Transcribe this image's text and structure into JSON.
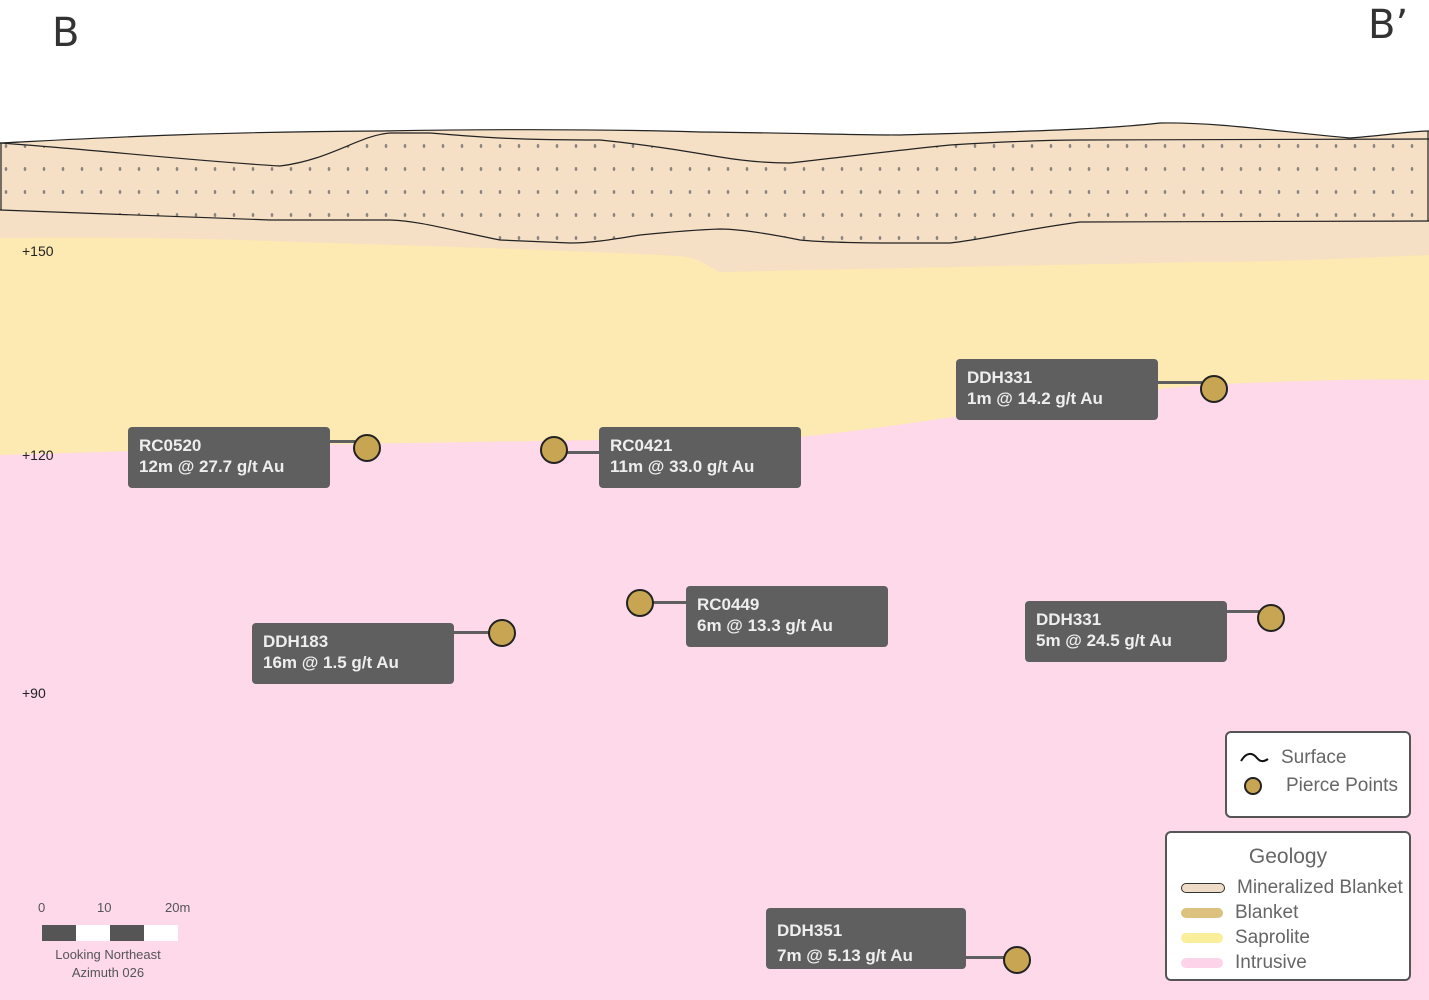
{
  "section": {
    "left_label": "B",
    "right_label": "B’"
  },
  "elevations": [
    "+150",
    "+120",
    "+90"
  ],
  "callouts": [
    {
      "hole": "RC0520",
      "intercept": "12m @ 27.7 g/t Au"
    },
    {
      "hole": "RC0421",
      "intercept": "11m @ 33.0 g/t Au"
    },
    {
      "hole": "DDH331",
      "intercept": "1m @ 14.2 g/t Au"
    },
    {
      "hole": "RC0449",
      "intercept": "6m @ 13.3 g/t Au"
    },
    {
      "hole": "DDH183",
      "intercept": "16m @ 1.5 g/t Au"
    },
    {
      "hole": "DDH331",
      "intercept": "5m @ 24.5 g/t Au"
    },
    {
      "hole": "DDH351",
      "intercept": "7m @ 5.13 g/t Au"
    }
  ],
  "legend_symbols": {
    "surface": "Surface",
    "pierce_points": "Pierce Points"
  },
  "legend_geology": {
    "title": "Geology",
    "items": [
      {
        "label": "Mineralized Blanket",
        "color": "#efdcc8"
      },
      {
        "label": "Blanket",
        "color": "#dcc27e"
      },
      {
        "label": "Saprolite",
        "color": "#fbee9a"
      },
      {
        "label": "Intrusive",
        "color": "#fdd3ea"
      }
    ]
  },
  "scale_bar": {
    "ticks": [
      "0",
      "10",
      "20m"
    ],
    "caption_1": "Looking Northeast",
    "caption_2": "Azimuth 026"
  },
  "colors": {
    "blanket": "#f5dfc5",
    "saprolite": "#fde9b2",
    "intrusive": "#fdd9ea",
    "pierce": "#c8a552",
    "callout": "#5f5f5f"
  }
}
